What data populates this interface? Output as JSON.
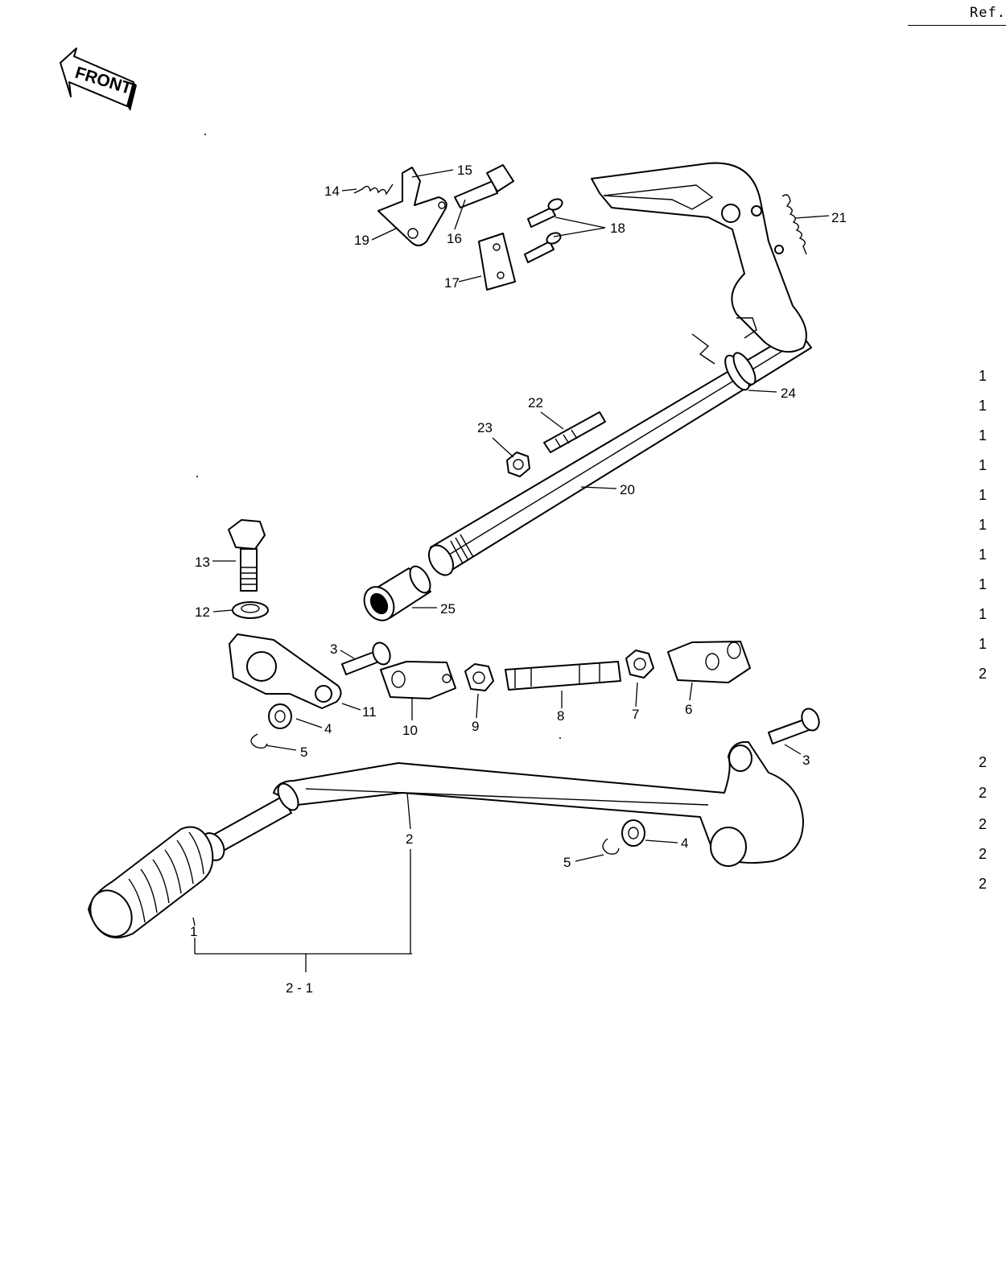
{
  "header": {
    "ref_label": "Ref."
  },
  "front_badge": {
    "label": "FRONT",
    "icon": "front-arrow-icon"
  },
  "callouts": {
    "c1": "1",
    "c2": "2",
    "c2_1": "2 - 1",
    "c3a": "3",
    "c3b": "3",
    "c4a": "4",
    "c4b": "4",
    "c5a": "5",
    "c5b": "5",
    "c6": "6",
    "c7": "7",
    "c8": "8",
    "c9": "9",
    "c10": "10",
    "c11": "11",
    "c12": "12",
    "c13": "13",
    "c14": "14",
    "c15": "15",
    "c16": "16",
    "c17": "17",
    "c18": "18",
    "c19": "19",
    "c20": "20",
    "c21": "21",
    "c22": "22",
    "c23": "23",
    "c24": "24",
    "c25": "25"
  },
  "ref_column": [
    "1",
    "1",
    "1",
    "1",
    "1",
    "1",
    "1",
    "1",
    "1",
    "1",
    "2",
    "2",
    "2",
    "2",
    "2",
    "2"
  ]
}
